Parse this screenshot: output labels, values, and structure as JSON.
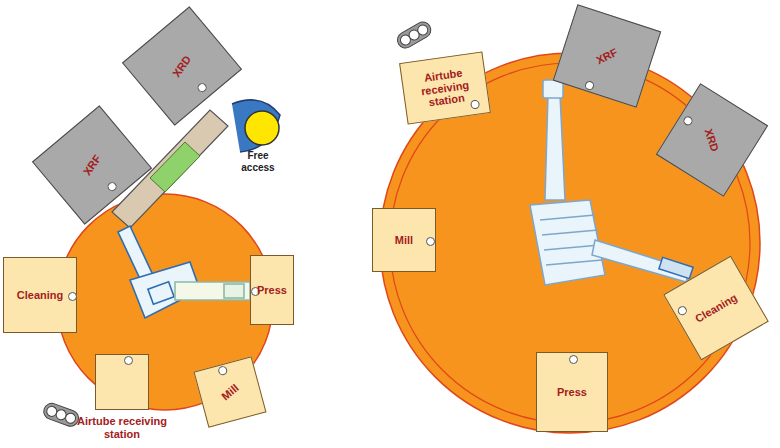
{
  "diagram": {
    "nodes": [
      {
        "text": [
          "XRD"
        ]
      },
      {
        "text": [
          "XRF"
        ]
      },
      {
        "text": [
          "Cleaning"
        ]
      },
      {
        "text": [
          "Press"
        ]
      },
      {
        "text": [
          "Mill"
        ]
      },
      {
        "text": [
          "Airtube receiving station"
        ]
      },
      {
        "text": [
          "Airtube receiving station"
        ]
      },
      {
        "text": [
          "XRF"
        ]
      },
      {
        "text": [
          "XRD"
        ]
      },
      {
        "text": [
          "Mill"
        ]
      },
      {
        "text": [
          "Cleaning"
        ]
      },
      {
        "text": [
          "Press"
        ]
      }
    ],
    "labels": [
      "Free access"
    ]
  }
}
